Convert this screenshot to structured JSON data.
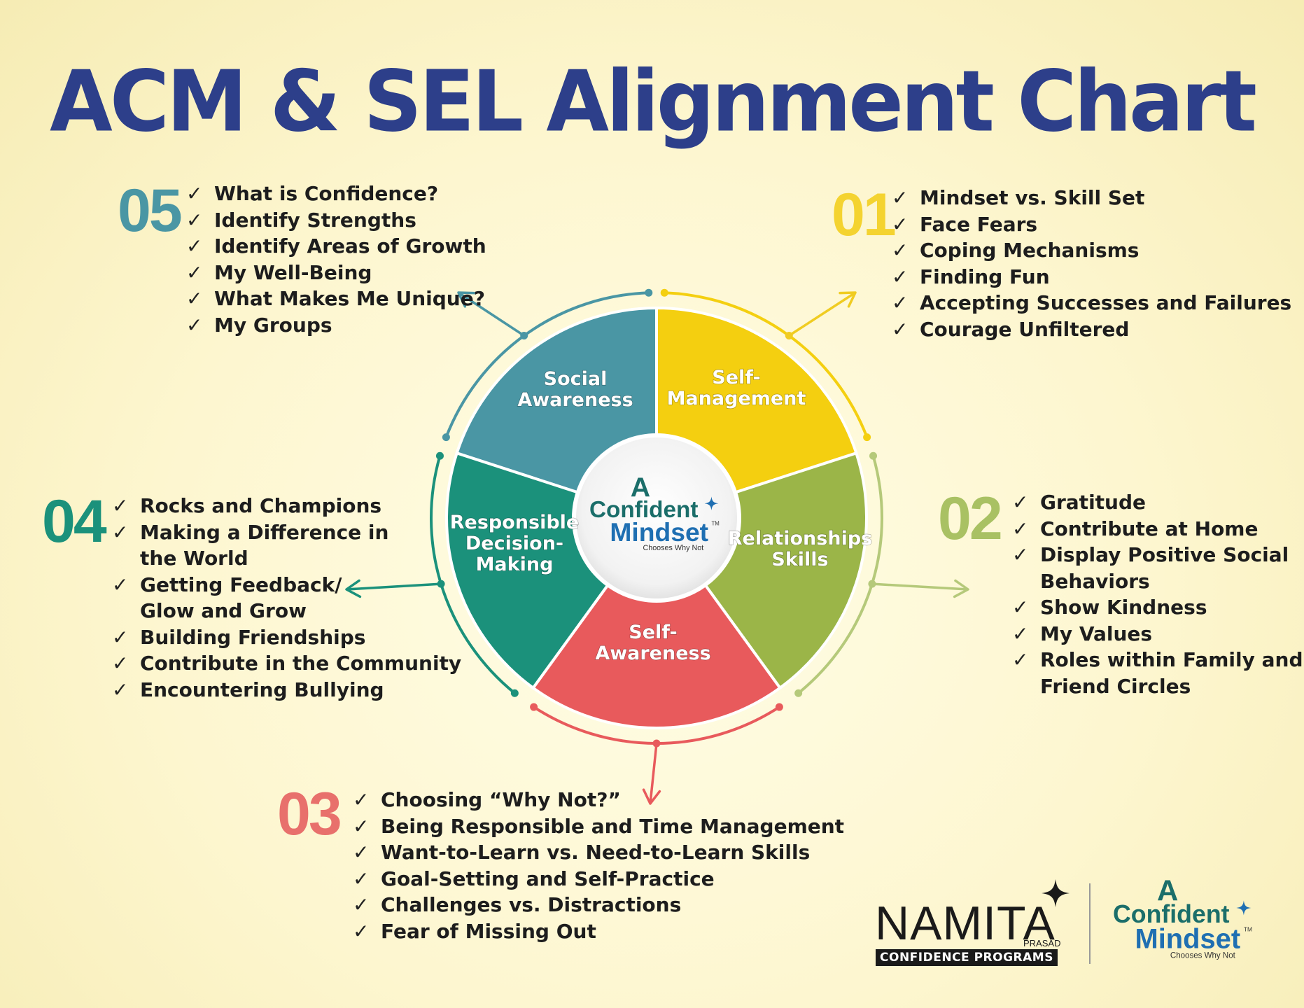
{
  "title": "ACM & SEL Alignment Chart",
  "colors": {
    "title": "#2d3f8a",
    "social_awareness": "#4a96a4",
    "self_management": "#f4cf10",
    "relationship_skills": "#9bb548",
    "self_awareness": "#e85a5c",
    "responsible_decision": "#1b917b"
  },
  "center_logo": {
    "a": "A",
    "confident": "Confident",
    "mindset": "Mindset",
    "tm": "TM",
    "tagline": "Chooses Why Not"
  },
  "segments": [
    {
      "id": "social",
      "label_lines": [
        "Social",
        "Awareness"
      ]
    },
    {
      "id": "selfman",
      "label_lines": [
        "Self-",
        "Management"
      ]
    },
    {
      "id": "relation",
      "label_lines": [
        "Relationships",
        "Skills"
      ]
    },
    {
      "id": "selfaware",
      "label_lines": [
        "Self-",
        "Awareness"
      ]
    },
    {
      "id": "responsible",
      "label_lines": [
        "Responsible",
        "Decision-",
        "Making"
      ]
    }
  ],
  "sections": {
    "s01": {
      "number": "01",
      "items": [
        [
          "Mindset vs. Skill Set"
        ],
        [
          "Face Fears"
        ],
        [
          "Coping Mechanisms"
        ],
        [
          "Finding Fun"
        ],
        [
          "Accepting Successes and Failures"
        ],
        [
          "Courage Unfiltered"
        ]
      ]
    },
    "s02": {
      "number": "02",
      "items": [
        [
          "Gratitude"
        ],
        [
          "Contribute at Home"
        ],
        [
          "Display Positive Social",
          "Behaviors"
        ],
        [
          "Show Kindness"
        ],
        [
          "My Values"
        ],
        [
          "Roles within Family and",
          "Friend Circles"
        ]
      ]
    },
    "s03": {
      "number": "03",
      "items": [
        [
          "Choosing “Why Not?”"
        ],
        [
          "Being Responsible and Time Management"
        ],
        [
          "Want-to-Learn vs. Need-to-Learn Skills"
        ],
        [
          "Goal-Setting and Self-Practice"
        ],
        [
          "Challenges vs. Distractions"
        ],
        [
          "Fear of Missing Out"
        ]
      ]
    },
    "s04": {
      "number": "04",
      "items": [
        [
          "Rocks and Champions"
        ],
        [
          "Making a Difference in",
          "the World"
        ],
        [
          "Getting Feedback/",
          "Glow and Grow"
        ],
        [
          "Building Friendships"
        ],
        [
          "Contribute in the Community"
        ],
        [
          "Encountering  Bullying"
        ]
      ]
    },
    "s05": {
      "number": "05",
      "items": [
        [
          "What is Confidence?"
        ],
        [
          "Identify Strengths"
        ],
        [
          "Identify Areas of Growth"
        ],
        [
          "My Well-Being"
        ],
        [
          "What Makes Me Unique?"
        ],
        [
          "My Groups"
        ]
      ]
    }
  },
  "footer": {
    "namita": "NAMITA",
    "prasad": "PRASAD",
    "programs": "CONFIDENCE PROGRAMS",
    "logo_a": "A",
    "logo_confident": "Confident",
    "logo_mindset": "Mindset",
    "logo_tm": "TM",
    "logo_tagline": "Chooses Why Not"
  },
  "check_glyph": "✓"
}
